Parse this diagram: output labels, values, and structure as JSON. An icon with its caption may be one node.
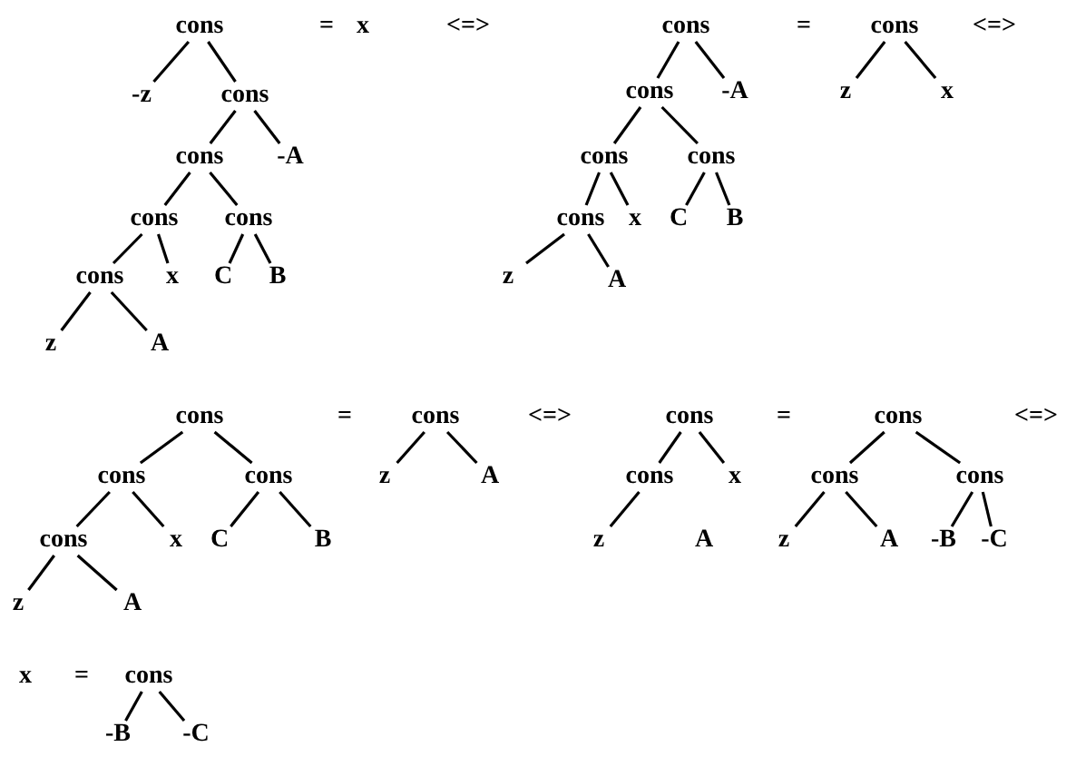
{
  "diagram": {
    "nodes": [
      {
        "text": [
          "cons"
        ]
      },
      {
        "text": [
          "-z"
        ]
      },
      {
        "text": [
          "cons"
        ]
      },
      {
        "text": [
          "cons"
        ]
      },
      {
        "text": [
          "-A"
        ]
      },
      {
        "text": [
          "cons"
        ]
      },
      {
        "text": [
          "cons"
        ]
      },
      {
        "text": [
          "cons"
        ]
      },
      {
        "text": [
          "x"
        ]
      },
      {
        "text": [
          "C"
        ]
      },
      {
        "text": [
          "B"
        ]
      },
      {
        "text": [
          "z"
        ]
      },
      {
        "text": [
          "A"
        ]
      },
      {
        "text": [
          "cons"
        ]
      },
      {
        "text": [
          "cons"
        ]
      },
      {
        "text": [
          "-A"
        ]
      },
      {
        "text": [
          "cons"
        ]
      },
      {
        "text": [
          "cons"
        ]
      },
      {
        "text": [
          "cons"
        ]
      },
      {
        "text": [
          "x"
        ]
      },
      {
        "text": [
          "C"
        ]
      },
      {
        "text": [
          "B"
        ]
      },
      {
        "text": [
          "z"
        ]
      },
      {
        "text": [
          "A"
        ]
      },
      {
        "text": [
          "cons"
        ]
      },
      {
        "text": [
          "z"
        ]
      },
      {
        "text": [
          "x"
        ]
      },
      {
        "text": [
          "cons"
        ]
      },
      {
        "text": [
          "cons"
        ]
      },
      {
        "text": [
          "cons"
        ]
      },
      {
        "text": [
          "cons"
        ]
      },
      {
        "text": [
          "x"
        ]
      },
      {
        "text": [
          "C"
        ]
      },
      {
        "text": [
          "B"
        ]
      },
      {
        "text": [
          "z"
        ]
      },
      {
        "text": [
          "A"
        ]
      },
      {
        "text": [
          "cons"
        ]
      },
      {
        "text": [
          "z"
        ]
      },
      {
        "text": [
          "A"
        ]
      },
      {
        "text": [
          "cons"
        ]
      },
      {
        "text": [
          "cons"
        ]
      },
      {
        "text": [
          "x"
        ]
      },
      {
        "text": [
          "z"
        ]
      },
      {
        "text": [
          "A"
        ]
      },
      {
        "text": [
          "cons"
        ]
      },
      {
        "text": [
          "cons"
        ]
      },
      {
        "text": [
          "cons"
        ]
      },
      {
        "text": [
          "z"
        ]
      },
      {
        "text": [
          "A"
        ]
      },
      {
        "text": [
          "-B"
        ]
      },
      {
        "text": [
          "-C"
        ]
      },
      {
        "text": [
          "cons"
        ]
      },
      {
        "text": [
          "-B"
        ]
      },
      {
        "text": [
          "-C"
        ]
      }
    ],
    "edges": [
      {
        "from": 0,
        "to": 1,
        "arrow": "none"
      },
      {
        "from": 0,
        "to": 2,
        "arrow": "none"
      },
      {
        "from": 2,
        "to": 3,
        "arrow": "none"
      },
      {
        "from": 2,
        "to": 4,
        "arrow": "none"
      },
      {
        "from": 3,
        "to": 5,
        "arrow": "none"
      },
      {
        "from": 3,
        "to": 6,
        "arrow": "none"
      },
      {
        "from": 5,
        "to": 7,
        "arrow": "none"
      },
      {
        "from": 5,
        "to": 8,
        "arrow": "none"
      },
      {
        "from": 6,
        "to": 9,
        "arrow": "none"
      },
      {
        "from": 6,
        "to": 10,
        "arrow": "none"
      },
      {
        "from": 7,
        "to": 11,
        "arrow": "none"
      },
      {
        "from": 7,
        "to": 12,
        "arrow": "none"
      },
      {
        "from": 13,
        "to": 14,
        "arrow": "none"
      },
      {
        "from": 13,
        "to": 15,
        "arrow": "none"
      },
      {
        "from": 14,
        "to": 16,
        "arrow": "none"
      },
      {
        "from": 14,
        "to": 17,
        "arrow": "none"
      },
      {
        "from": 16,
        "to": 18,
        "arrow": "none"
      },
      {
        "from": 16,
        "to": 19,
        "arrow": "none"
      },
      {
        "from": 17,
        "to": 20,
        "arrow": "none"
      },
      {
        "from": 17,
        "to": 21,
        "arrow": "none"
      },
      {
        "from": 18,
        "to": 22,
        "arrow": "none"
      },
      {
        "from": 18,
        "to": 23,
        "arrow": "none"
      },
      {
        "from": 24,
        "to": 25,
        "arrow": "none"
      },
      {
        "from": 24,
        "to": 26,
        "arrow": "none"
      },
      {
        "from": 27,
        "to": 28,
        "arrow": "none"
      },
      {
        "from": 27,
        "to": 29,
        "arrow": "none"
      },
      {
        "from": 28,
        "to": 30,
        "arrow": "none"
      },
      {
        "from": 28,
        "to": 31,
        "arrow": "none"
      },
      {
        "from": 29,
        "to": 32,
        "arrow": "none"
      },
      {
        "from": 29,
        "to": 33,
        "arrow": "none"
      },
      {
        "from": 30,
        "to": 34,
        "arrow": "none"
      },
      {
        "from": 30,
        "to": 35,
        "arrow": "none"
      },
      {
        "from": 36,
        "to": 37,
        "arrow": "none"
      },
      {
        "from": 36,
        "to": 38,
        "arrow": "none"
      },
      {
        "from": 39,
        "to": 40,
        "arrow": "none"
      },
      {
        "from": 39,
        "to": 41,
        "arrow": "none"
      },
      {
        "from": 40,
        "to": 42,
        "arrow": "none"
      },
      {
        "from": 44,
        "to": 45,
        "arrow": "none"
      },
      {
        "from": 44,
        "to": 46,
        "arrow": "none"
      },
      {
        "from": 45,
        "to": 47,
        "arrow": "none"
      },
      {
        "from": 45,
        "to": 48,
        "arrow": "none"
      },
      {
        "from": 46,
        "to": 49,
        "arrow": "none"
      },
      {
        "from": 46,
        "to": 50,
        "arrow": "none"
      },
      {
        "from": 51,
        "to": 52,
        "arrow": "none"
      },
      {
        "from": 51,
        "to": 53,
        "arrow": "none"
      }
    ],
    "labels": [
      "=",
      "x",
      "<=>",
      "=",
      "<=>",
      "=",
      "<=>",
      "=",
      "<=>",
      "x",
      "="
    ]
  }
}
